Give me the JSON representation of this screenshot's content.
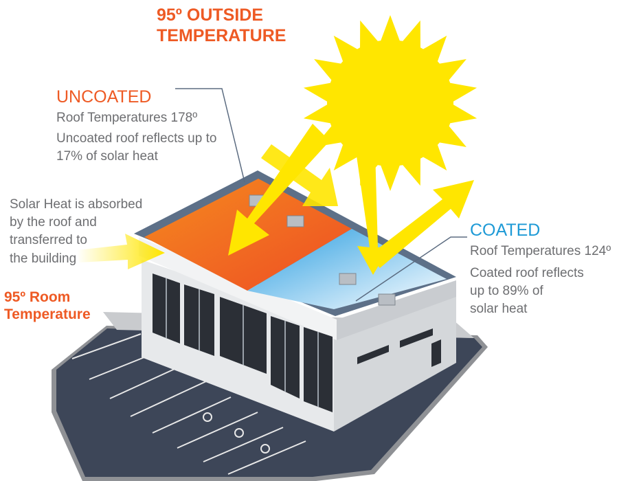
{
  "outside": {
    "line1": "95º OUTSIDE",
    "line2": "TEMPERATURE"
  },
  "uncoated": {
    "title": "UNCOATED",
    "temp": "Roof Temperatures 178º",
    "desc_line1": "Uncoated roof reflects up to",
    "desc_line2": "17% of solar heat"
  },
  "absorbed": {
    "line1": "Solar Heat is absorbed",
    "line2": "by the roof and",
    "line3": "transferred to",
    "line4": "the building"
  },
  "room": {
    "line1": "95º Room",
    "line2": "Temperature"
  },
  "coated": {
    "title": "COATED",
    "temp": "Roof Temperatures 124º",
    "desc_line1": "Coated roof reflects",
    "desc_line2": "up to 89% of",
    "desc_line3": "solar heat"
  },
  "colors": {
    "accent_orange": "#ee5a24",
    "coated_blue": "#1e9ad6",
    "sun_yellow": "#ffe600",
    "body_gray": "#6d6e71"
  }
}
